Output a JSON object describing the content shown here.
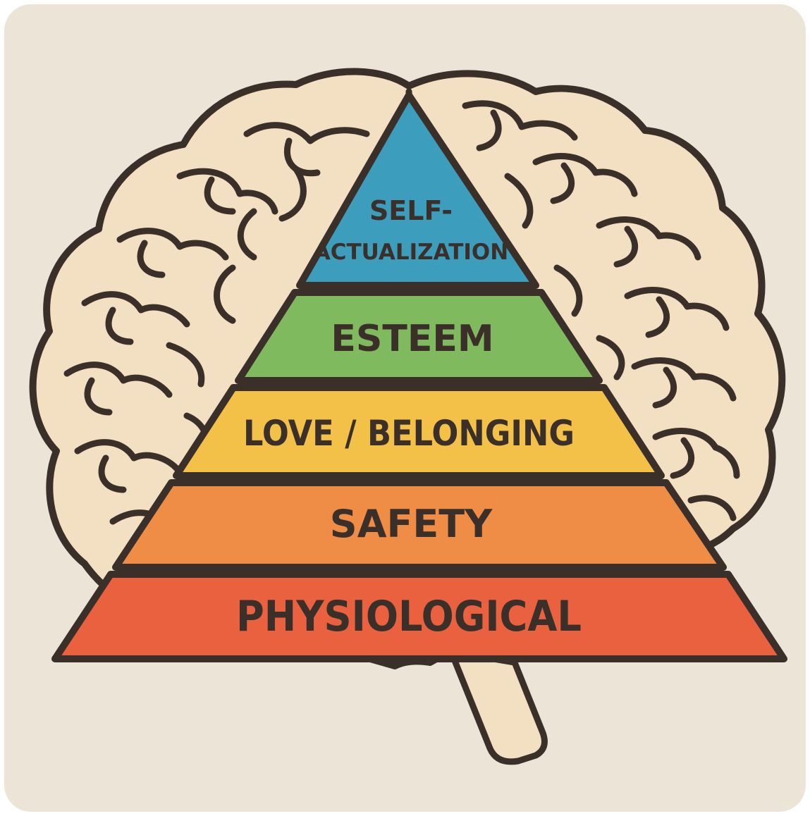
{
  "colors": {
    "background": "#ece4d6",
    "brain_fill": "#f3dfc1",
    "outline": "#3b2f2a",
    "label_text": "#3b2f2a"
  },
  "pyramid": {
    "tiers": [
      {
        "line1": "SELF-",
        "line2": "ACTUALIZATION",
        "color": "#3d9dbd"
      },
      {
        "line1": "ESTEEM",
        "line2": "",
        "color": "#7fba5e"
      },
      {
        "line1": "LOVE / BELONGING",
        "line2": "",
        "color": "#f3c048"
      },
      {
        "line1": "SAFETY",
        "line2": "",
        "color": "#ef8c45"
      },
      {
        "line1": "PHYSIOLOGICAL",
        "line2": "",
        "color": "#e9613e"
      }
    ]
  }
}
